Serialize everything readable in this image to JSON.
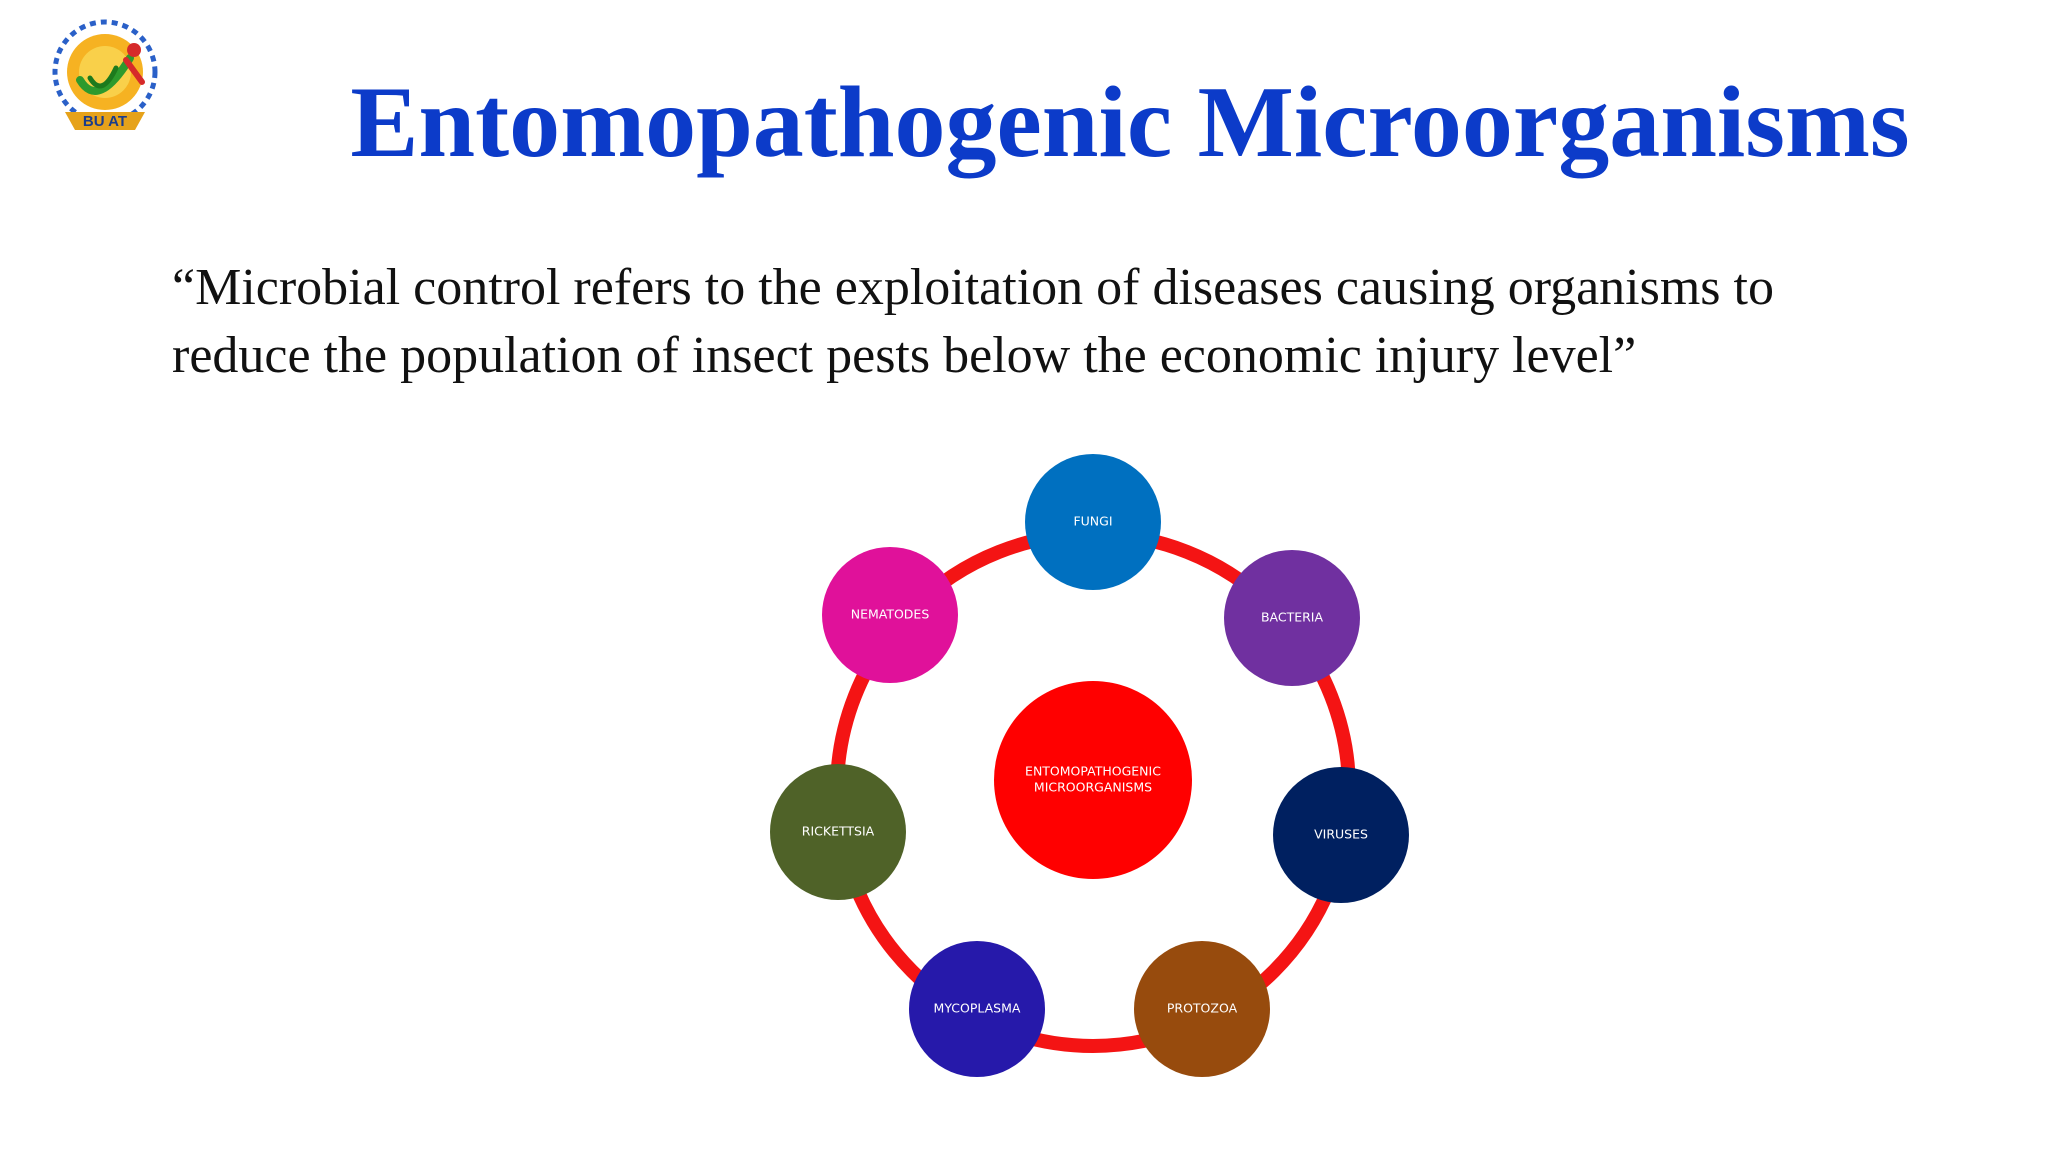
{
  "slide": {
    "title": "Entomopathogenic Microorganisms",
    "quote_line1": "“Microbial control refers to the exploitation of diseases causing organisms to",
    "quote_line2": "reduce the population of insect pests below the economic injury level”"
  },
  "logo": {
    "text": "BU AT",
    "icon": "university-emblem-icon"
  },
  "diagram": {
    "center": {
      "line1": "ENTOMOPATHOGENIC",
      "line2": "MICROORGANISMS",
      "color": "#ff0000"
    },
    "ring_color": "#f41414",
    "nodes": [
      {
        "label": "FUNGI",
        "color": "#0070c0"
      },
      {
        "label": "BACTERIA",
        "color": "#7030a0"
      },
      {
        "label": "VIRUSES",
        "color": "#002060"
      },
      {
        "label": "PROTOZOA",
        "color": "#974b0d"
      },
      {
        "label": "MYCOPLASMA",
        "color": "#2619aa"
      },
      {
        "label": "RICKETTSIA",
        "color": "#4f6228"
      },
      {
        "label": "NEMATODES",
        "color": "#e0119a"
      }
    ]
  }
}
